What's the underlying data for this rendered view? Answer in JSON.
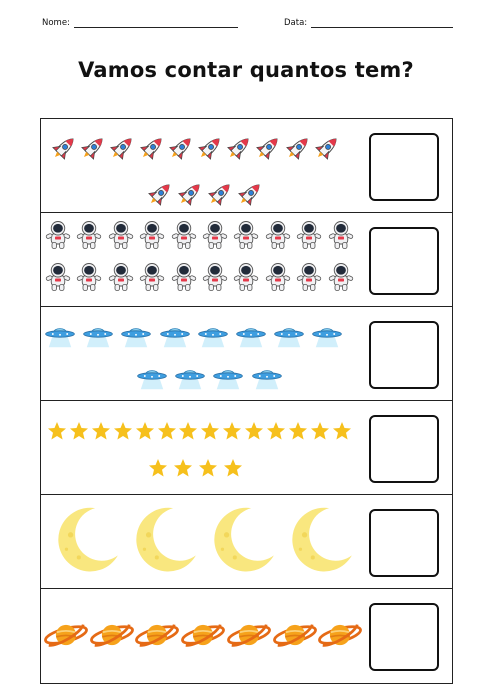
{
  "header": {
    "name_label": "Nome:",
    "date_label": "Data:"
  },
  "title": "Vamos contar quantos tem?",
  "rows": [
    {
      "item": "rocket-icon",
      "count": 14
    },
    {
      "item": "astronaut-icon",
      "count": 20
    },
    {
      "item": "ufo-icon",
      "count": 12
    },
    {
      "item": "star-icon",
      "count": 18
    },
    {
      "item": "moon-icon",
      "count": 4
    },
    {
      "item": "planet-icon",
      "count": 7
    }
  ],
  "colors": {
    "rocket_body": "#f4f4f6",
    "rocket_accent": "#e4394a",
    "rocket_window": "#2d7fd6",
    "astronaut_suit": "#f1f1f3",
    "astronaut_visor": "#222b3a",
    "ufo_top": "#8ed3f0",
    "ufo_disc": "#3e9ee0",
    "ufo_beam": "#c9ecfa",
    "star": "#f6c01c",
    "moon": "#f9e77f",
    "planet": "#f6a21b",
    "planet_ring": "#e56a15"
  }
}
